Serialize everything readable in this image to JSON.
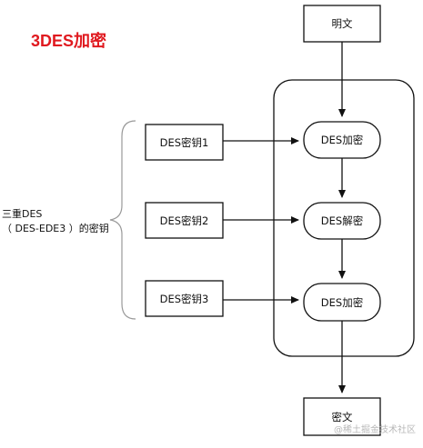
{
  "title": "3DES加密",
  "nodes": {
    "plaintext": "明文",
    "ciphertext": "密文",
    "key1": "DES密钥1",
    "key2": "DES密钥2",
    "key3": "DES密钥3",
    "encrypt1": "DES加密",
    "decrypt": "DES解密",
    "encrypt2": "DES加密"
  },
  "group_label": {
    "line1": "三重DES",
    "line2": "（ DES-EDE3 ）的密钥"
  },
  "watermark": "@稀土掘金技术社区",
  "colors": {
    "title": "#e0191f",
    "line": "#111111",
    "brace": "#999999",
    "watermark": "#b8b8b8"
  }
}
